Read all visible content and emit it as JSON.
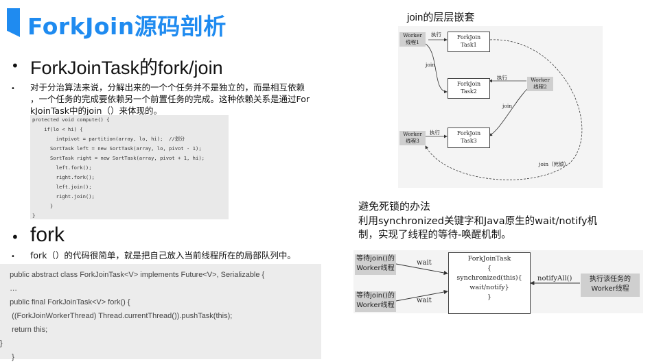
{
  "title": "ForkJoin源码剖析",
  "section1": {
    "heading": "ForkJoinTask的fork/join",
    "bullet": "对于分治算法来说，分解出来的一个个任务并不是独立的，而是相互依赖，一个任务的完成要依赖另一个前置任务的完成。这种依赖关系是通过ForkJoinTask中的join（）来体现的。",
    "bullet_lines": [
      "对于分治算法来说，分解出来的一个个任务并不是独立的，而是相互依赖",
      "，一个任务的完成要依赖另一个前置任务的完成。这种依赖关系是通过For",
      "kJoinTask中的join（）来体现的。"
    ],
    "code": [
      "protected void compute() {",
      "    if(lo < hi) {",
      "        intpivot = partition(array, lo, hi);  //划分",
      "      SortTask left = new SortTask(array, lo, pivot - 1);",
      "      SortTask right = new SortTask(array, pivot + 1, hi);",
      "        left.fork();",
      "        right.fork();",
      "        left.join();",
      "        right.join();",
      "      }",
      "}"
    ]
  },
  "section2": {
    "heading": "fork",
    "bullet": "fork（）的代码很简单，就是把自己放入当前线程所在的局部队列中。",
    "code": [
      "  public abstract class ForkJoinTask<V> implements Future<V>, Serializable {",
      "  …",
      "  public final ForkJoinTask<V> fork() {",
      "   ((ForkJoinWorkerThread) Thread.currentThread()).pushTask(this);",
      "   return this;",
      "}",
      "   }"
    ]
  },
  "diagram1": {
    "caption": "join的层层嵌套",
    "task1": [
      "ForkJoin",
      "Task1"
    ],
    "task2": [
      "ForkJoin",
      "Task2"
    ],
    "task3": [
      "ForkJoin",
      "Task3"
    ],
    "worker1": [
      "Worker",
      "线程1"
    ],
    "worker2": [
      "Worker",
      "线程2"
    ],
    "worker3": [
      "Worker",
      "线程3"
    ],
    "exec": "执行",
    "join": "join",
    "deadlock": "join（死锁）"
  },
  "section3": {
    "heading": "避免死锁的办法",
    "text": "利用synchronized关键字和Java原生的wait/notify机制，实现了线程的等待-唤醒机制。",
    "text_lines": [
      "利用synchronized关键字和Java原生的wait/notify机",
      "制，实现了线程的等待-唤醒机制。"
    ]
  },
  "diagram2": {
    "waiting1": [
      "等待join()的",
      "Worker线程"
    ],
    "waiting2": [
      "等待join()的",
      "Worker线程"
    ],
    "center": [
      "ForkJoinTask",
      "{",
      "synchronized(this){",
      "wait/notify}",
      "}"
    ],
    "executor": [
      "执行该任务的",
      "Worker线程"
    ],
    "wait": "wait",
    "notify": "notifyAll()"
  },
  "colors": {
    "accent": "#1f8bf0",
    "code_bg": "#e9e9e9",
    "worker_bg": "#cfcfcf"
  }
}
